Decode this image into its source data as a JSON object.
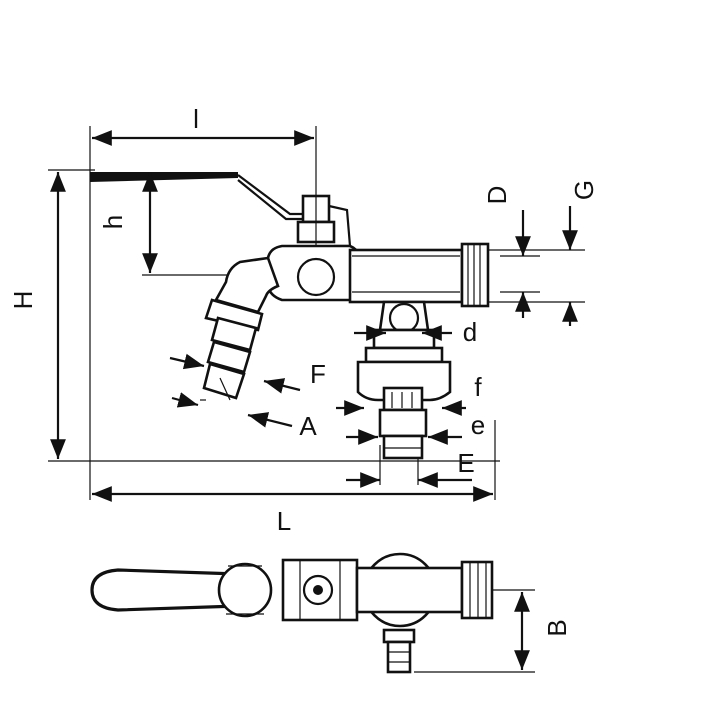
{
  "drawing": {
    "colors": {
      "ink": "#111111",
      "paper": "#ffffff"
    },
    "dimensions": {
      "l": "l",
      "h": "h",
      "H": "H",
      "D": "D",
      "G": "G",
      "d": "d",
      "F": "F",
      "f": "f",
      "A": "A",
      "e": "e",
      "E": "E",
      "L": "L",
      "B": "B"
    }
  }
}
